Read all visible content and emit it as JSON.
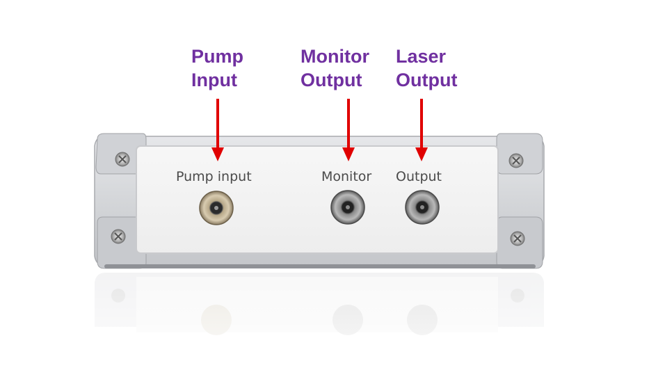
{
  "callouts": {
    "pump": {
      "line1": "Pump",
      "line2": "Input"
    },
    "monitor": {
      "line1": "Monitor",
      "line2": "Output"
    },
    "laser": {
      "line1": "Laser",
      "line2": "Output"
    }
  },
  "panel": {
    "pump_label": "Pump input",
    "monitor_label": "Monitor",
    "output_label": "Output"
  },
  "colors": {
    "callout_text": "#7030a0",
    "arrow": "#e00000",
    "housing": "#dcdde0",
    "faceplate": "#f4f4f4"
  },
  "icons": [
    "arrow-down-icon",
    "fiber-connector-icon",
    "screw-icon"
  ]
}
